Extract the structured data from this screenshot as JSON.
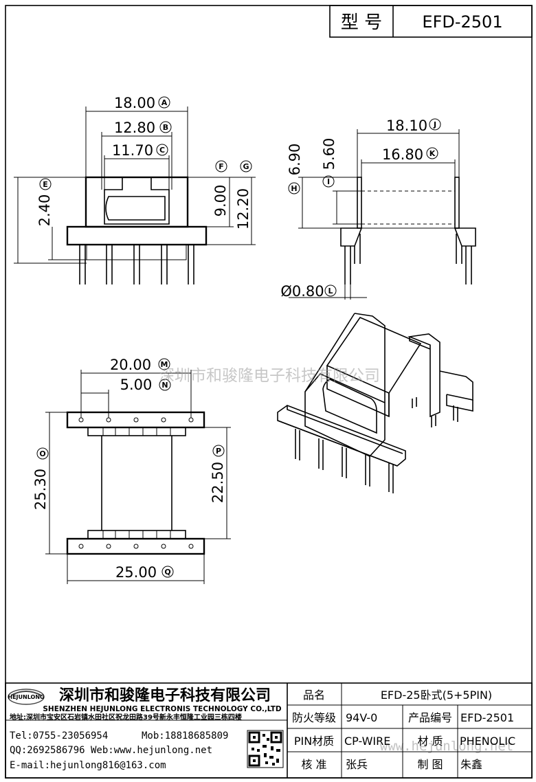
{
  "header": {
    "model_label": "型 号",
    "model_value": "EFD-2501"
  },
  "front_view": {
    "dims": [
      {
        "text": "18.00",
        "letter": "A"
      },
      {
        "text": "12.80",
        "letter": "B"
      },
      {
        "text": "11.70",
        "letter": "C"
      },
      {
        "text": "2.40",
        "letter": "E"
      },
      {
        "text": "9.00",
        "letter": "F"
      },
      {
        "text": "12.20",
        "letter": "G"
      }
    ]
  },
  "side_view": {
    "dims": [
      {
        "text": "18.10",
        "letter": "J"
      },
      {
        "text": "16.80",
        "letter": "K"
      },
      {
        "text": "6.90",
        "letter": "H"
      },
      {
        "text": "5.60",
        "letter": "I"
      },
      {
        "text": "Ø0.80",
        "letter": "L"
      }
    ]
  },
  "bottom_view": {
    "dims": [
      {
        "text": "20.00",
        "letter": "M"
      },
      {
        "text": "5.00",
        "letter": "N"
      },
      {
        "text": "25.30",
        "letter": "O"
      },
      {
        "text": "22.50",
        "letter": "P"
      },
      {
        "text": "25.00",
        "letter": "Q"
      }
    ]
  },
  "watermarks": {
    "company": "深圳市和骏隆电子科技有限公司",
    "site": "www.hejunlong.net"
  },
  "title_block": {
    "logo_text": "HEJUNLONG",
    "company_cn": "深圳市和骏隆电子科技有限公司",
    "company_en": "SHENZHEN HEJUNLONG ELECTRONIS TECHNOLOGY CO.,LTD",
    "address": "地址:深圳市宝安区石岩镇水田社区祝龙田路39号新永丰恒隆工业园三栋四楼",
    "tel": "Tel:0755-23056954",
    "mob": "Mob:18818685809",
    "qq_web": "QQ:2692586796 Web:www.hejunlong.net",
    "email": "E-mail:hejunlong816@163.com",
    "rows": [
      {
        "label": "品名",
        "value": "EFD-25卧式(5+5PIN)"
      },
      {
        "label": "防火等级",
        "value": "94V-0",
        "label2": "产品编号",
        "value2": "EFD-2501"
      },
      {
        "label": "PIN材质",
        "value": "CP-WIRE",
        "label2": "材 质",
        "value2": "PHENOLIC"
      },
      {
        "label": "核 准",
        "value": "张兵",
        "label2": "制 图",
        "value2": "朱鑫"
      }
    ]
  },
  "colors": {
    "line": "#000000",
    "watermark": "#9a9a9a",
    "background": "#ffffff"
  }
}
